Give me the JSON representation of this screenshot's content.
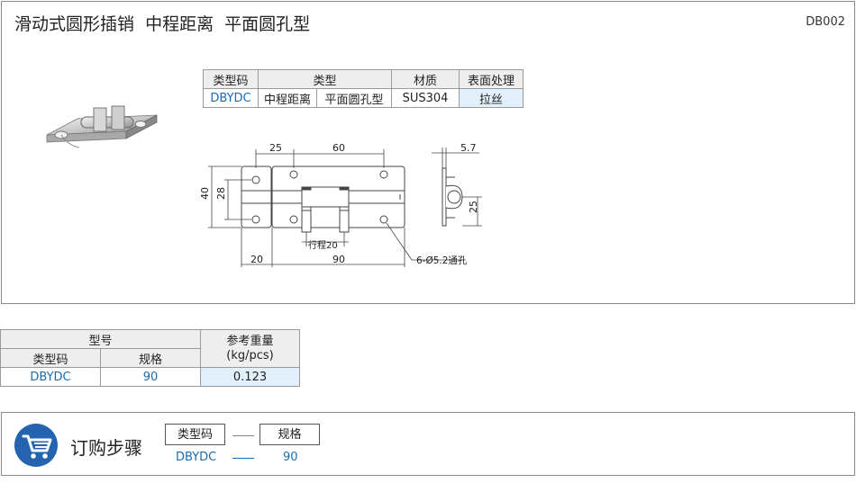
{
  "header": {
    "title": "滑动式圆形插销  中程距离  平面圆孔型",
    "code": "DB002"
  },
  "spec_table": {
    "headers": [
      "类型码",
      "类型",
      "材质",
      "表面处理"
    ],
    "row": {
      "code": "DBYDC",
      "type_a": "中程距离",
      "type_b": "平面圆孔型",
      "material": "SUS304",
      "finish": "拉丝"
    }
  },
  "drawing": {
    "dim_25": "25",
    "dim_60": "60",
    "dim_57": "5.7",
    "dim_40": "40",
    "dim_28": "28",
    "dim_25v": "25",
    "dim_20": "20",
    "dim_90": "90",
    "stroke": "行程20",
    "hole_note": "6-Ø5.2通孔"
  },
  "model_table": {
    "group_header": "型号",
    "col_code": "类型码",
    "col_spec": "规格",
    "col_weight": "参考重量\n(kg/pcs)",
    "weight_line1": "参考重量",
    "weight_line2": "(kg/pcs)",
    "row": {
      "code": "DBYDC",
      "spec": "90",
      "weight": "0.123"
    }
  },
  "order": {
    "title": "订购步骤",
    "box1": "类型码",
    "box2": "规格",
    "val1": "DBYDC",
    "val2": "90",
    "icon": "shopping-cart-icon"
  }
}
